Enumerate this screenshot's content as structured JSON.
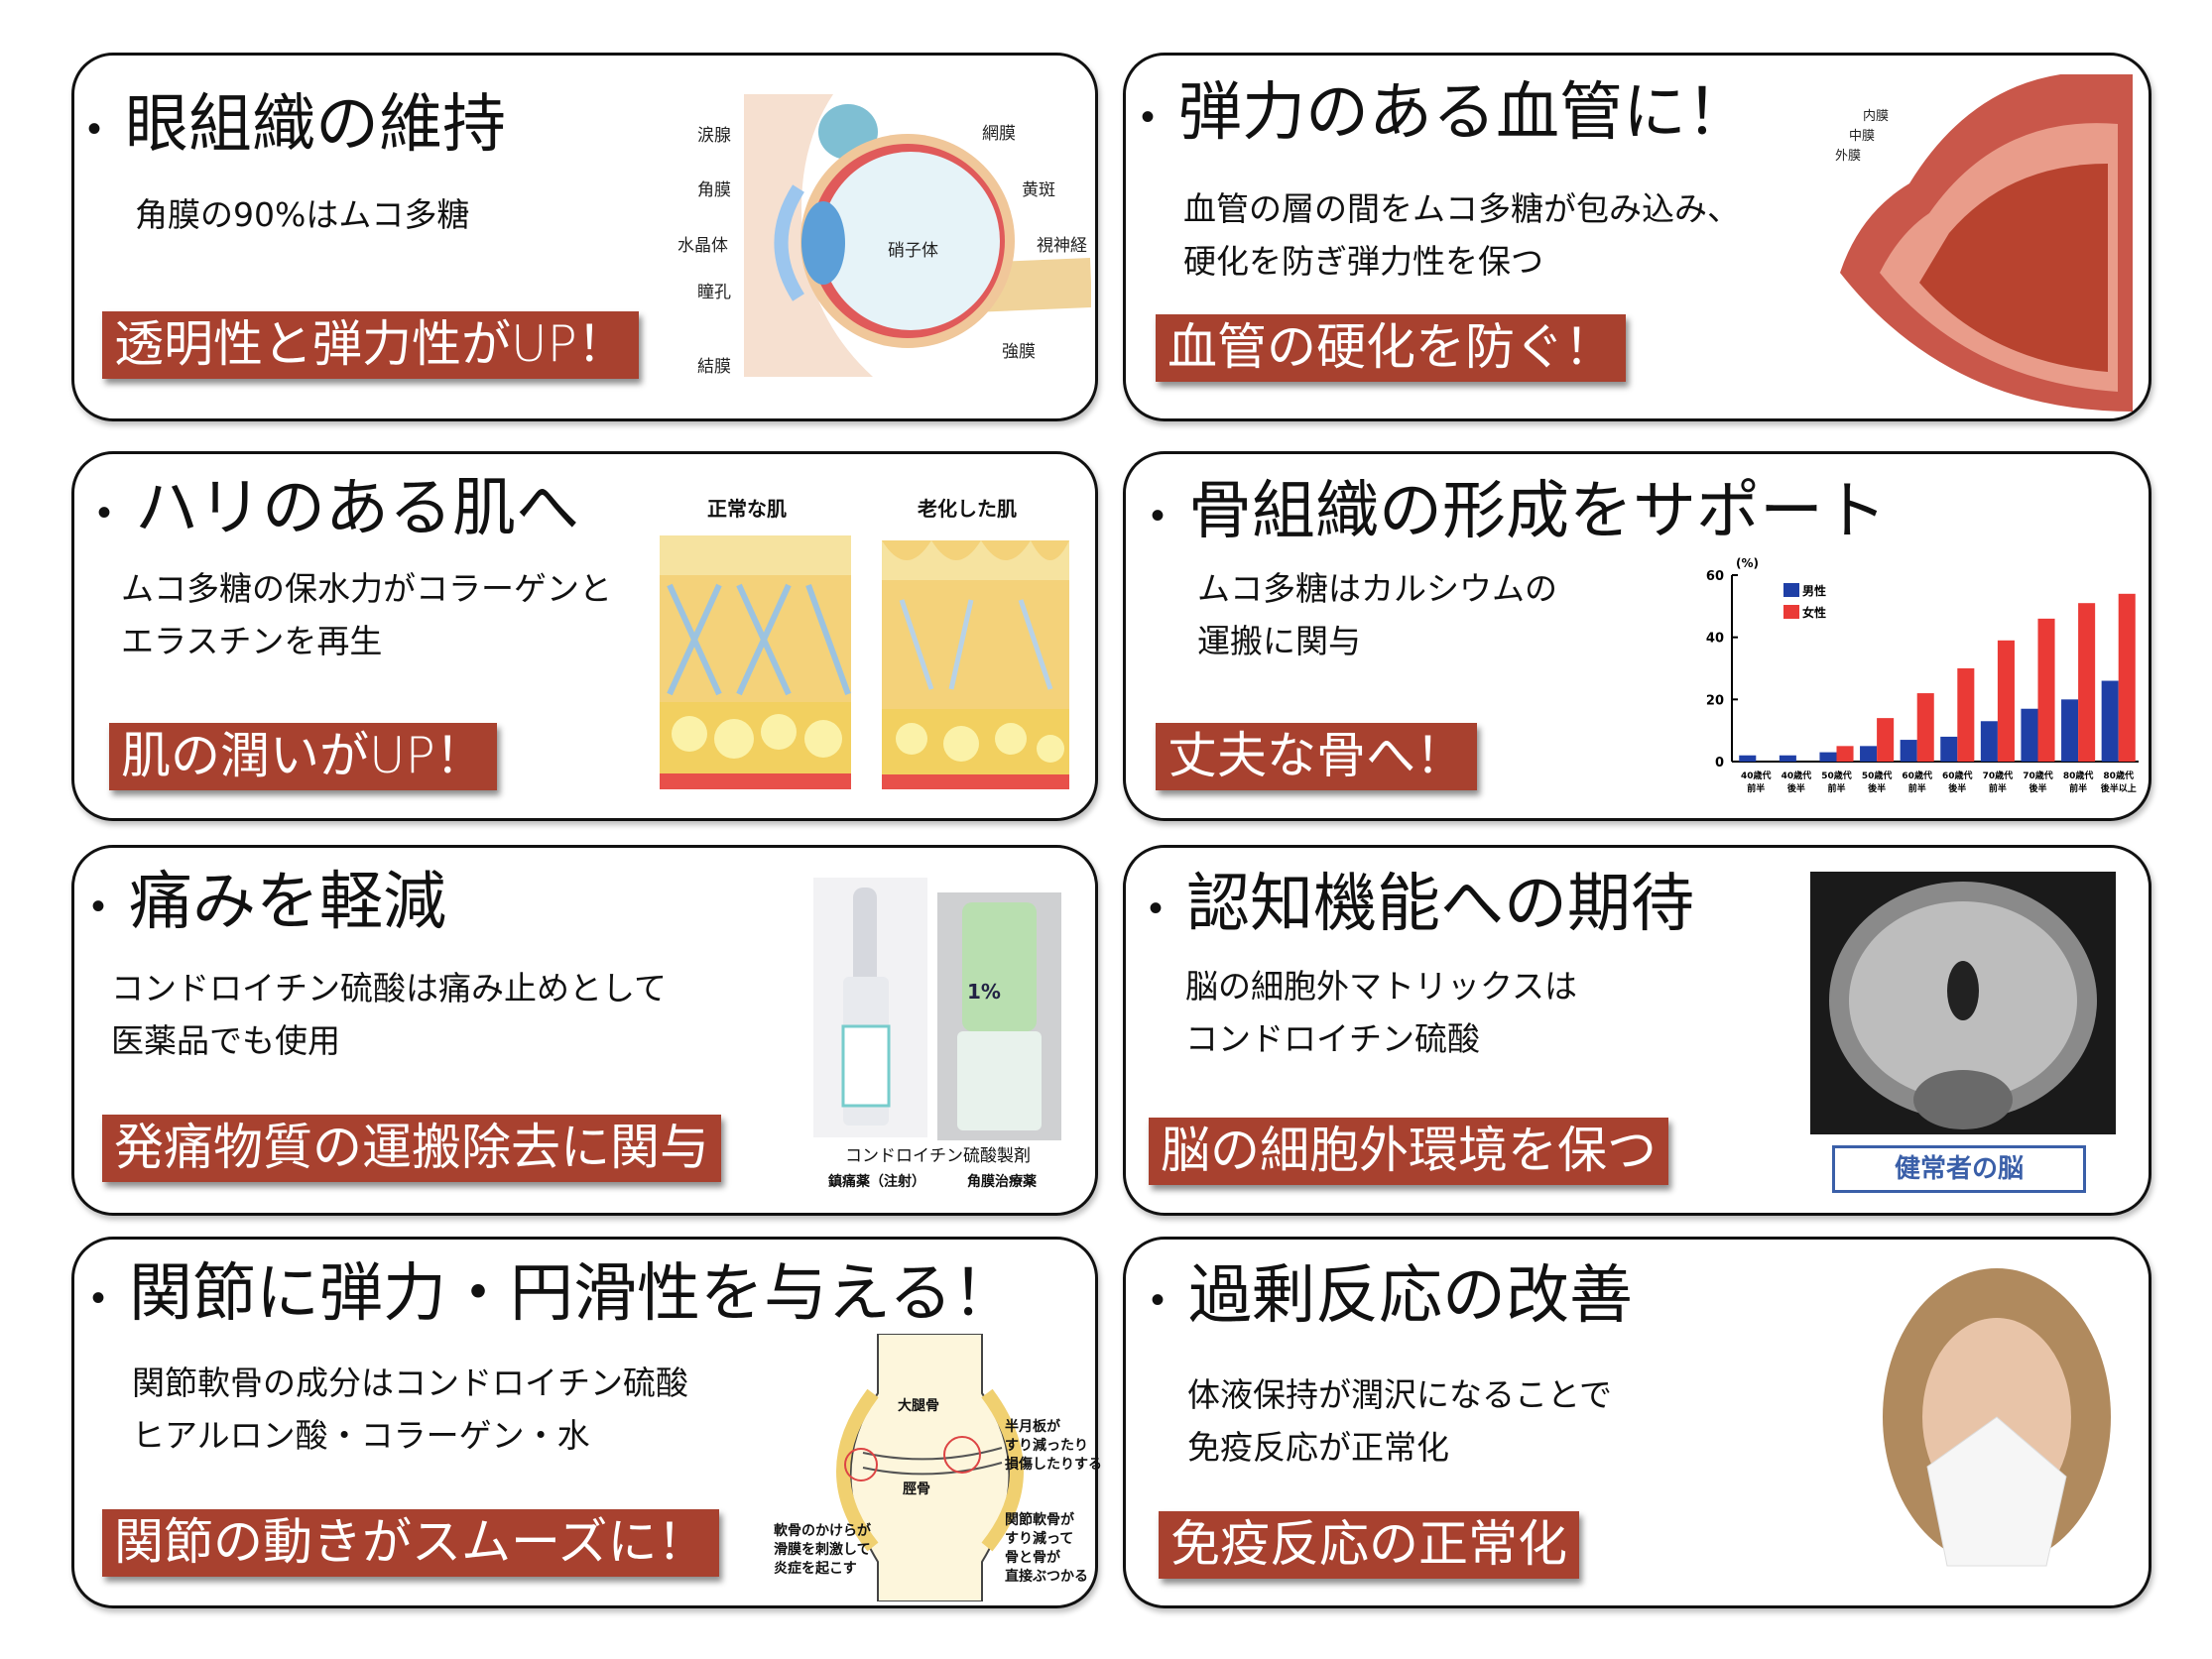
{
  "colors": {
    "badge": "#a8412f",
    "male": "#1f3fa6",
    "female": "#ea3a36",
    "border": "#111111"
  },
  "panels": [
    {
      "title": "眼組織の維持",
      "lines": [
        "角膜の90%はムコ多糖"
      ],
      "badge": "透明性と弾力性がUP！",
      "eye_labels": {
        "lacrimal": "涙腺",
        "cornea": "角膜",
        "lens": "水晶体",
        "pupil": "瞳孔",
        "conjunctiva": "結膜",
        "retina": "網膜",
        "macula": "黄斑",
        "optic_nerve": "視神経",
        "sclera": "強膜",
        "vitreous": "硝子体"
      }
    },
    {
      "title": "弾力のある血管に！",
      "lines": [
        "血管の層の間をムコ多糖が包み込み、",
        "硬化を防ぎ弾力性を保つ"
      ],
      "badge": "血管の硬化を防ぐ！",
      "vessel_labels": {
        "intima": "内膜",
        "media": "中膜",
        "adventitia": "外膜"
      }
    },
    {
      "title": "ハリのある肌へ",
      "lines": [
        "ムコ多糖の保水力がコラーゲンと",
        "エラスチンを再生"
      ],
      "badge": "肌の潤いがUP！",
      "skin_labels": {
        "normal": "正常な肌",
        "aged": "老化した肌"
      }
    },
    {
      "title": "骨組織の形成をサポート",
      "lines": [
        "ムコ多糖はカルシウムの",
        "運搬に関与"
      ],
      "badge": "丈夫な骨へ！"
    },
    {
      "title": "痛みを軽減",
      "lines": [
        "コンドロイチン硫酸は痛み止めとして",
        "医薬品でも使用"
      ],
      "badge": "発痛物質の運搬除去に関与",
      "drug_caption": "コンドロイチン硫酸製剤",
      "drug_left": "鎮痛薬（注射）",
      "drug_right": "角膜治療薬",
      "bottle_label": "1%"
    },
    {
      "title": "認知機能への期待",
      "lines": [
        "脳の細胞外マトリックスは",
        "コンドロイチン硫酸"
      ],
      "badge": "脳の細胞外環境を保つ",
      "mri_caption": "健常者の脳"
    },
    {
      "title": "関節に弾力・円滑性を与える！",
      "lines": [
        "関節軟骨の成分はコンドロイチン硫酸",
        "ヒアルロン酸・コラーゲン・水"
      ],
      "badge": "関節の動きがスムーズに！",
      "joint_labels": {
        "femur": "大腿骨",
        "tibia": "脛骨",
        "meniscus": [
          "半月板が",
          "すり減ったり",
          "損傷したりする"
        ],
        "cartilage": [
          "関節軟骨が",
          "すり減って",
          "骨と骨が",
          "直接ぶつかる"
        ],
        "fragments": [
          "軟骨のかけらが",
          "滑膜を刺激して",
          "炎症を起こす"
        ]
      }
    },
    {
      "title": "過剰反応の改善",
      "lines": [
        "体液保持が潤沢になることで",
        "免疫反応が正常化"
      ],
      "badge": "免疫反応の正常化"
    }
  ],
  "chart_data": {
    "type": "bar",
    "unit": "(%)",
    "categories": [
      [
        "40歳代",
        "前半"
      ],
      [
        "40歳代",
        "後半"
      ],
      [
        "50歳代",
        "前半"
      ],
      [
        "50歳代",
        "後半"
      ],
      [
        "60歳代",
        "前半"
      ],
      [
        "60歳代",
        "後半"
      ],
      [
        "70歳代",
        "前半"
      ],
      [
        "70歳代",
        "後半"
      ],
      [
        "80歳代",
        "前半"
      ],
      [
        "80歳代",
        "後半以上"
      ]
    ],
    "series": [
      {
        "name": "男性",
        "color": "#1f3fa6",
        "values": [
          2,
          2,
          3,
          5,
          7,
          8,
          13,
          17,
          20,
          26
        ]
      },
      {
        "name": "女性",
        "color": "#ea3a36",
        "values": [
          0,
          0,
          5,
          14,
          22,
          30,
          39,
          46,
          51,
          54
        ]
      }
    ],
    "ylim": [
      0,
      60
    ],
    "yticks": [
      0,
      20,
      40,
      60
    ],
    "legend": "top-left",
    "grid": false
  }
}
